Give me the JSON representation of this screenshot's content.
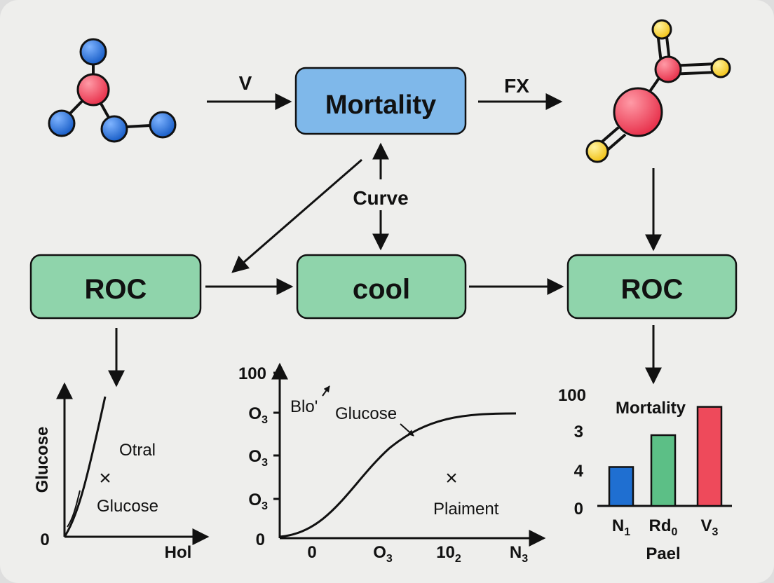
{
  "nodes": {
    "mortality": "Mortality",
    "roc_left": "ROC",
    "cool": "cool",
    "roc_right": "ROC"
  },
  "edges": {
    "v": "V",
    "fx": "FX",
    "curve": "Curve"
  },
  "colors": {
    "background": "#eeeeec",
    "blue_box": "#7fb8ea",
    "green_box": "#8fd4ab",
    "atom_blue": "#1a5fc8",
    "atom_red": "#e8334d",
    "atom_yellow": "#f5cc1f",
    "bar_blue": "#1f6fd1",
    "bar_green": "#5cbf86",
    "bar_red": "#ee4a5b"
  },
  "molecules": {
    "left": "molecule-blue-red",
    "right": "molecule-red-yellow"
  },
  "plot_left": {
    "ylabel": "Glucose",
    "xlabel": "Hol",
    "origin": "0",
    "annot_1": "Otral",
    "annot_2": "Glucose",
    "marker": "×"
  },
  "plot_middle": {
    "y_ticks": [
      {
        "base": "100",
        "sub": ""
      },
      {
        "base": "O",
        "sub": "3"
      },
      {
        "base": "O",
        "sub": "3"
      },
      {
        "base": "O",
        "sub": "3"
      },
      {
        "base": "0",
        "sub": ""
      }
    ],
    "x_ticks": [
      {
        "base": "0",
        "sub": ""
      },
      {
        "base": "O",
        "sub": "3"
      },
      {
        "base": "10",
        "sub": "2"
      },
      {
        "base": "N",
        "sub": "3"
      }
    ],
    "annot_blo": "Blo'",
    "annot_glucose": "Glucose",
    "annot_plaiment": "Plaiment",
    "marker": "×"
  },
  "chart_data": {
    "type": "bar",
    "title": "Mortality",
    "categories": [
      {
        "base": "N",
        "sub": "1"
      },
      {
        "base": "Rd",
        "sub": "0"
      },
      {
        "base": "V",
        "sub": "3"
      }
    ],
    "values": [
      0.55,
      1.0,
      1.4
    ],
    "y_ticks": [
      "100",
      "3",
      "4",
      "0"
    ],
    "xlabel": "Pael",
    "ylim": [
      0,
      2
    ]
  }
}
